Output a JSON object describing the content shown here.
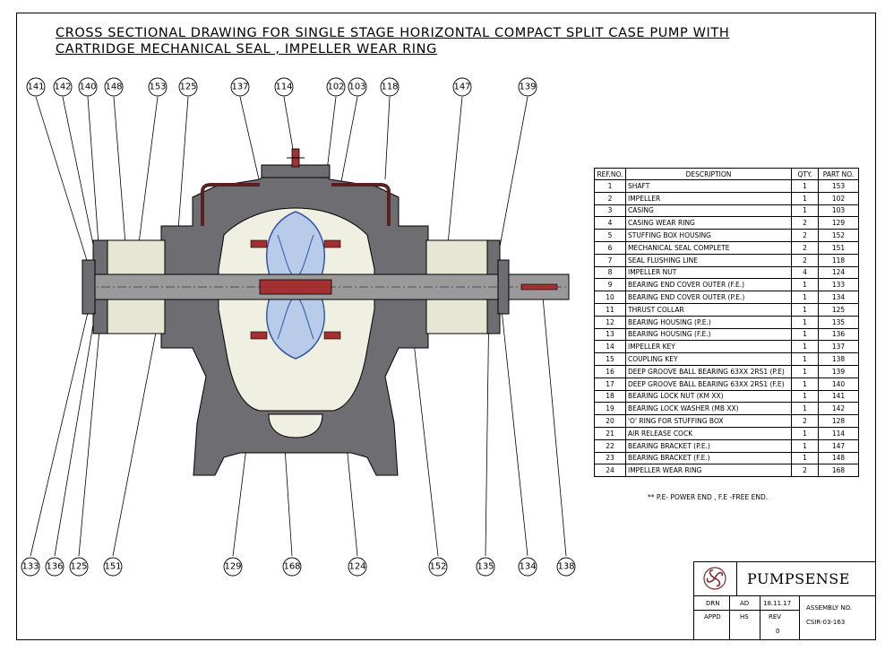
{
  "title": {
    "line1": "CROSS SECTIONAL DRAWING FOR SINGLE STAGE HORIZONTAL COMPACT SPLIT CASE PUMP WITH",
    "line2": "CARTRIDGE MECHANICAL SEAL , IMPELLER WEAR RING"
  },
  "balloons_top": [
    "141",
    "142",
    "140",
    "148",
    "153",
    "125",
    "137",
    "114",
    "102",
    "103",
    "118",
    "147",
    "139"
  ],
  "balloons_bottom": [
    "133",
    "136",
    "125",
    "151",
    "129",
    "168",
    "124",
    "152",
    "135",
    "134",
    "138"
  ],
  "parts_table": {
    "headers": [
      "REF.NO.",
      "DESCRIPTION",
      "QTY.",
      "PART NO."
    ],
    "rows": [
      [
        "1",
        "SHAFT",
        "1",
        "153"
      ],
      [
        "2",
        "IMPELLER",
        "1",
        "102"
      ],
      [
        "3",
        "CASING",
        "1",
        "103"
      ],
      [
        "4",
        "CASING WEAR RING",
        "2",
        "129"
      ],
      [
        "5",
        "STUFFING BOX HOUSING",
        "2",
        "152"
      ],
      [
        "6",
        "MECHANICAL SEAL COMPLETE",
        "2",
        "151"
      ],
      [
        "7",
        "SEAL FLUSHING LINE",
        "2",
        "118"
      ],
      [
        "8",
        "IMPELLER NUT",
        "4",
        "124"
      ],
      [
        "9",
        "BEARING END COVER OUTER (F.E.)",
        "1",
        "133"
      ],
      [
        "10",
        "BEARING END COVER OUTER (P.E.)",
        "1",
        "134"
      ],
      [
        "11",
        "THRUST COLLAR",
        "1",
        "125"
      ],
      [
        "12",
        "BEARING HOUSING (P.E.)",
        "1",
        "135"
      ],
      [
        "13",
        "BEARING HOUSING (F.E.)",
        "1",
        "136"
      ],
      [
        "14",
        "IMPELLER KEY",
        "1",
        "137"
      ],
      [
        "15",
        "COUPLING KEY",
        "1",
        "138"
      ],
      [
        "16",
        "DEEP GROOVE BALL BEARING 63XX 2RS1 (P.E)",
        "1",
        "139"
      ],
      [
        "17",
        "DEEP GROOVE BALL BEARING 63XX 2RS1 (F.E)",
        "1",
        "140"
      ],
      [
        "18",
        "BEARING LOCK NUT (KM XX)",
        "1",
        "141"
      ],
      [
        "19",
        "BEARING LOCK WASHER (MB XX)",
        "1",
        "142"
      ],
      [
        "20",
        "'O' RING FOR STUFFING BOX",
        "2",
        "128"
      ],
      [
        "21",
        "AIR RELEASE COCK",
        "1",
        "114"
      ],
      [
        "22",
        "BEARING BRACKET (P.E.)",
        "1",
        "147"
      ],
      [
        "23",
        "BEARING BRACKET (F.E.)",
        "1",
        "148"
      ],
      [
        "24",
        "IMPELLER WEAR RING",
        "2",
        "168"
      ]
    ]
  },
  "note": "** P.E- POWER END , F.E -FREE END.",
  "title_block": {
    "company": "PUMPSENSE",
    "drn_label": "DRN",
    "drn_by": "AD",
    "date": "18.11.17",
    "appd_label": "APPD",
    "appd_by": "HS",
    "rev_label": "REV",
    "rev": "0",
    "assembly_label": "ASSEMBLY NO.",
    "assembly_no": "CSIR-03-163"
  },
  "colors": {
    "casing": "#6e6e72",
    "cavity": "#efefe2",
    "impeller": "#b8cbe8",
    "impeller_edge": "#3355aa",
    "wear_ring": "#a33030",
    "shaft": "#9a9a9a"
  }
}
